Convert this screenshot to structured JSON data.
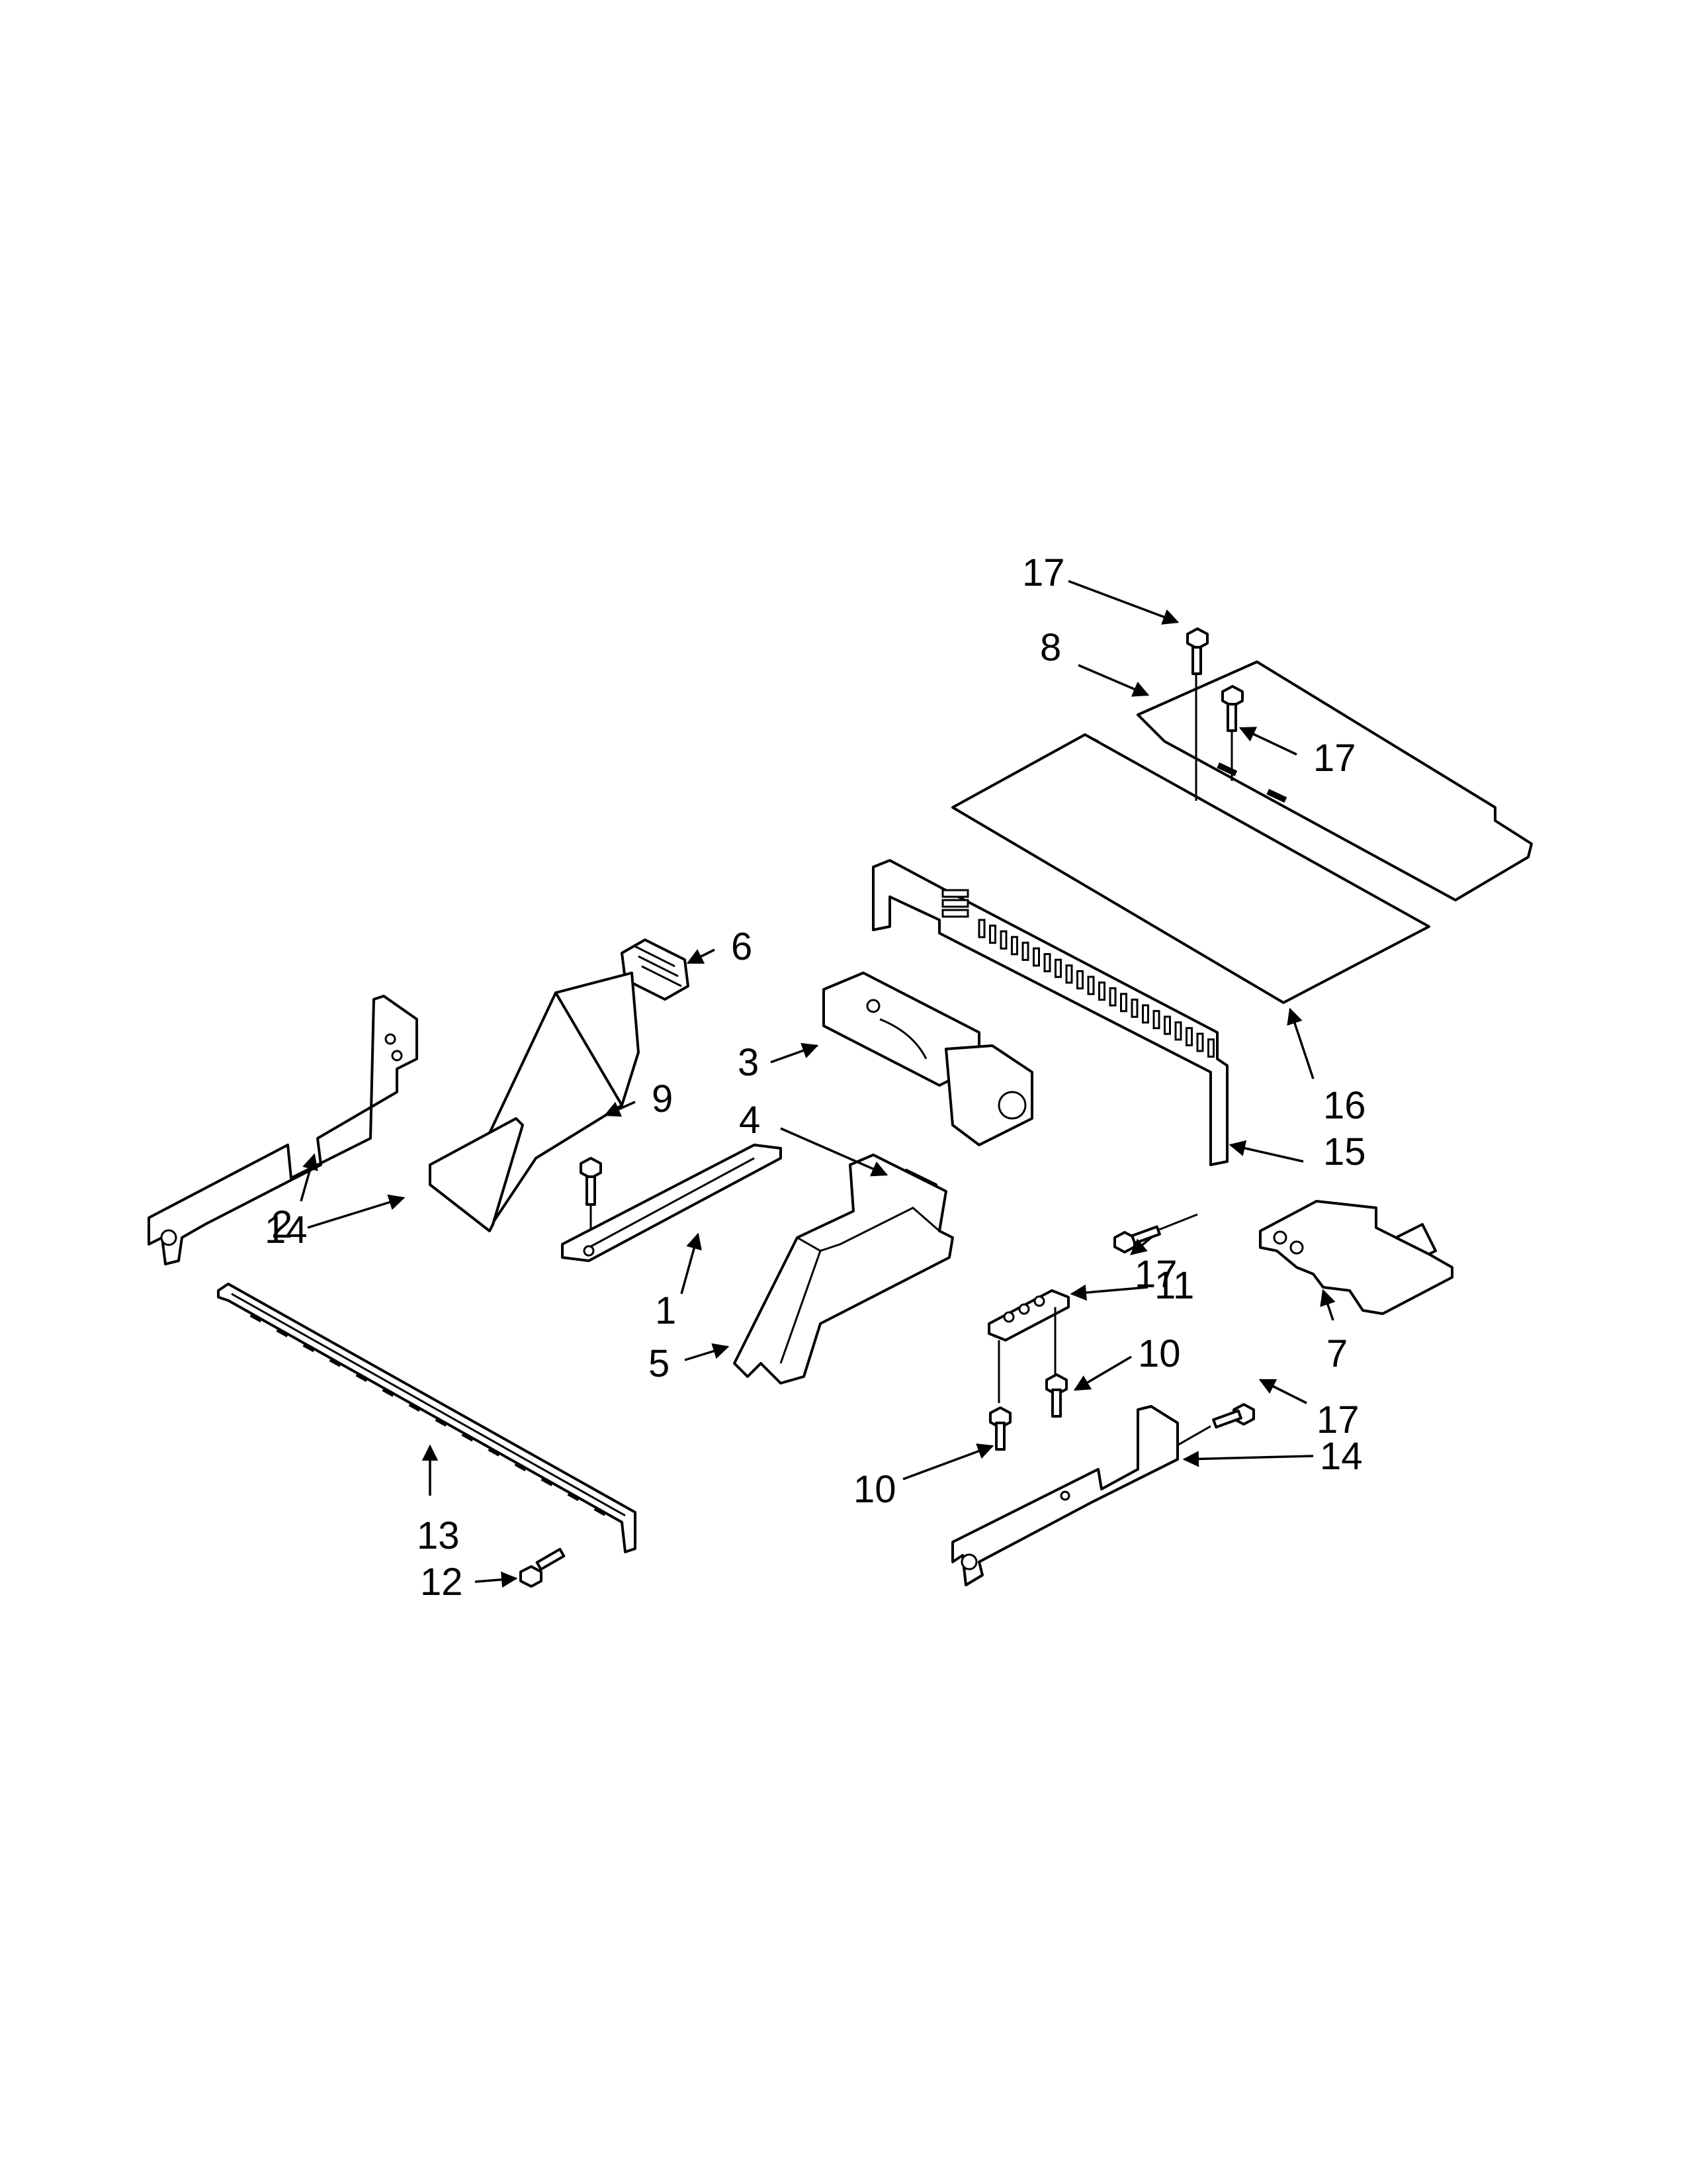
{
  "callouts": {
    "c1": "1",
    "c2": "2",
    "c3": "3",
    "c4": "4",
    "c5": "5",
    "c6": "6",
    "c7": "7",
    "c8": "8",
    "c9": "9",
    "c10a": "10",
    "c10b": "10",
    "c11": "11",
    "c12": "12",
    "c13": "13",
    "c14a": "14",
    "c14b": "14",
    "c15": "15",
    "c16": "16",
    "c17a": "17",
    "c17b": "17",
    "c17c": "17",
    "c17d": "17"
  },
  "colors": {
    "line": "#000000",
    "paper": "#ffffff"
  }
}
